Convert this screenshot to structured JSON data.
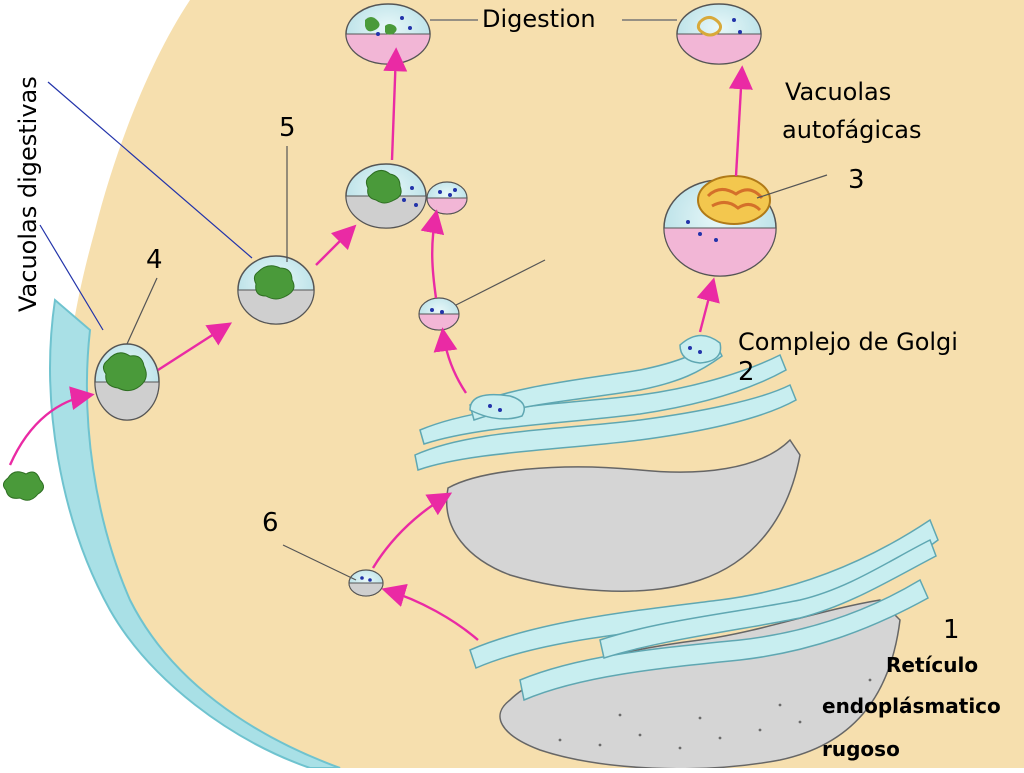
{
  "labels": {
    "digestion": "Digestion",
    "vacuolas_autofagicas_line1": "Vacuolas",
    "vacuolas_autofagicas_line2": "autofágicas",
    "vacuolas_digestivas": "Vacuolas digestivas",
    "complejo_golgi": "Complejo de Golgi",
    "reticulo_line1": "Retículo",
    "reticulo_line2": "endoplásmatico",
    "reticulo_line3": "rugoso"
  },
  "numbers": {
    "n1": "1",
    "n2": "2",
    "n3": "3",
    "n4": "4",
    "n5": "5",
    "n6": "6"
  },
  "colors": {
    "cytoplasm": "#f6dfae",
    "membrane": "#a9e0e6",
    "membrane_edge": "#6fc3cf",
    "organelle_fill": "#c8eef0",
    "organelle_dark": "#cfcfcf",
    "vesicle_base": "#f2b6d6",
    "particle": "#4a9a3a",
    "arrow": "#ea2aa4",
    "leader_line": "#333333",
    "blue_line": "#2233aa"
  }
}
